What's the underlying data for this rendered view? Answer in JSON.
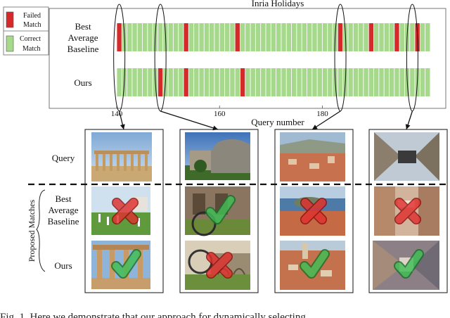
{
  "figure": {
    "title": "Inria Holidays",
    "legend": {
      "failed_label": [
        "Failed",
        "Match"
      ],
      "correct_label": [
        "Correct",
        "Match"
      ],
      "failed_color": "#d42a2a",
      "correct_color": "#a6d98c"
    },
    "rows": {
      "baseline_label": [
        "Best",
        "Average",
        "Baseline"
      ],
      "ours_label": "Ours"
    },
    "x_axis": {
      "label": "Query number",
      "ticks": [
        {
          "value": 140,
          "label": "140"
        },
        {
          "value": 160,
          "label": "160"
        },
        {
          "value": 180,
          "label": "180"
        }
      ]
    },
    "grid": {
      "row_labels": [
        "Query",
        "Best Average Baseline",
        "Ours"
      ],
      "baseline_lines": [
        "Best",
        "Average",
        "Baseline"
      ],
      "query_label": "Query",
      "ours_label": "Ours",
      "group_label": "Proposed Matches"
    },
    "examples": [
      {
        "query": 140,
        "scene": "ancient-colonnade",
        "baseline": "fail",
        "ours": "correct"
      },
      {
        "query": 148,
        "scene": "stone-aqueduct-garden",
        "baseline": "correct",
        "ours": "fail"
      },
      {
        "query": 183,
        "scene": "coastal-town-rooftops",
        "baseline": "fail",
        "ours": "correct"
      },
      {
        "query": 197,
        "scene": "narrow-alley-rotated",
        "baseline": "fail",
        "ours": "correct"
      }
    ],
    "caption": "Fig. 1.   Here we demonstrate that our approach for dynamically selecting"
  },
  "chart_data": {
    "type": "bar",
    "title": "Inria Holidays",
    "xlabel": "Query number",
    "ylabel": "",
    "x_range": [
      140,
      201
    ],
    "categories": [
      "Best Average Baseline",
      "Ours"
    ],
    "series": [
      {
        "name": "Best Average Baseline",
        "failed_queries": [
          140,
          153,
          163,
          183,
          189,
          194,
          198
        ]
      },
      {
        "name": "Ours",
        "failed_queries": [
          148,
          153,
          164
        ]
      }
    ],
    "legend": [
      "Failed Match",
      "Correct Match"
    ]
  }
}
